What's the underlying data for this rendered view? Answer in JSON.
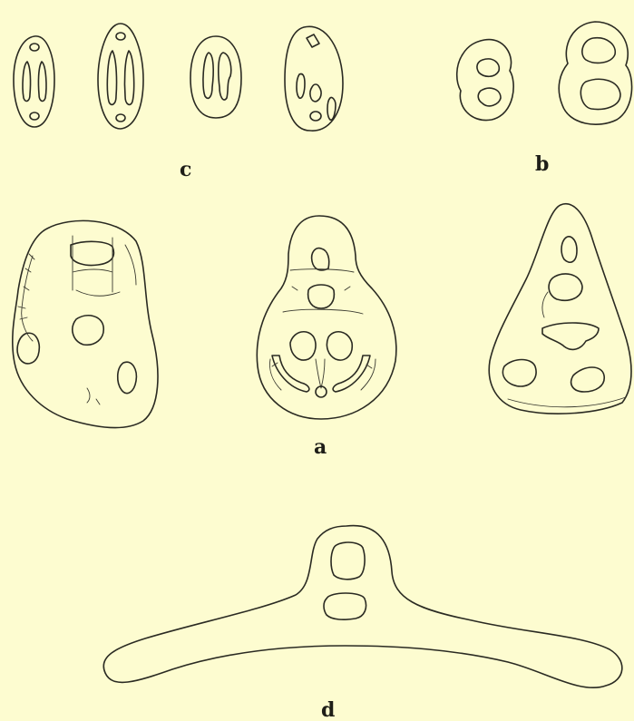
{
  "plate": {
    "background": "#fdfcd0",
    "ink": "#2a2a22"
  },
  "labels": {
    "c": "c",
    "b": "b",
    "a": "a",
    "d": "d"
  }
}
